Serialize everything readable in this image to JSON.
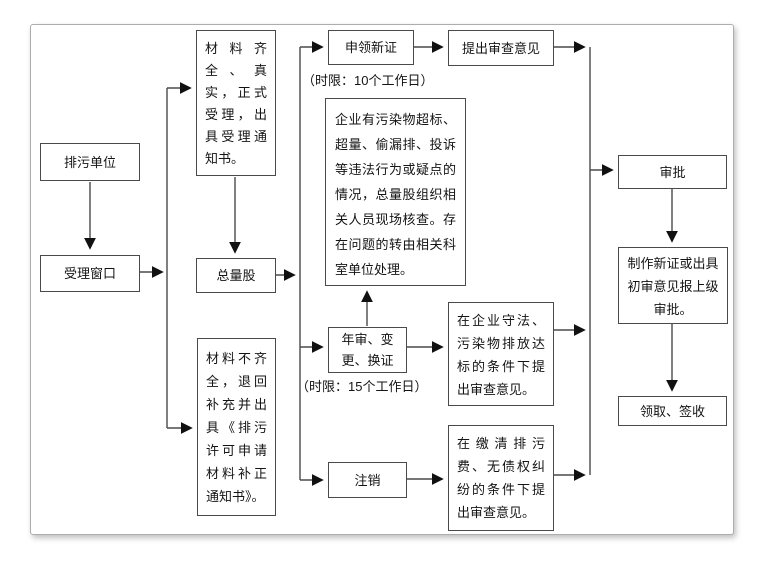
{
  "diagram": {
    "type": "flowchart",
    "nodes": {
      "discharge_unit": "排污单位",
      "acceptance_window": "受理窗口",
      "materials_complete": "材料齐全、真实，正式受理，出具受理通知书。",
      "total_quantity_section": "总量股",
      "materials_incomplete": "材料不齐全，退回补充并出具《排污许可申请材料补正通知书》。",
      "apply_new_permit": "申领新证",
      "time_limit_10": "（时限：10个工作日）",
      "onsite_inspection": "企业有污染物超标、超量、偷漏排、投诉等违法行为或疑点的情况，总量股组织相关人员现场核查。存在问题的转由相关科室单位处理。",
      "annual_review": "年审、变更、换证",
      "time_limit_15": "（时限：15个工作日）",
      "cancellation": "注销",
      "submit_review_opinion": "提出审查意见",
      "compliance_condition": "在企业守法、污染物排放达标的条件下提出审查意见。",
      "fee_paid_condition": "在缴清排污费、无债权纠纷的条件下提出审查意见。",
      "approval": "审批",
      "issue_certificate": "制作新证或出具初审意见报上级审批。",
      "receive_sign": "领取、签收"
    },
    "colors": {
      "line": "#4a4a4a",
      "arrow": "#111111",
      "box_border": "#4a4a4a",
      "panel_border": "#adadad",
      "background": "#ffffff",
      "text": "#141414"
    }
  }
}
